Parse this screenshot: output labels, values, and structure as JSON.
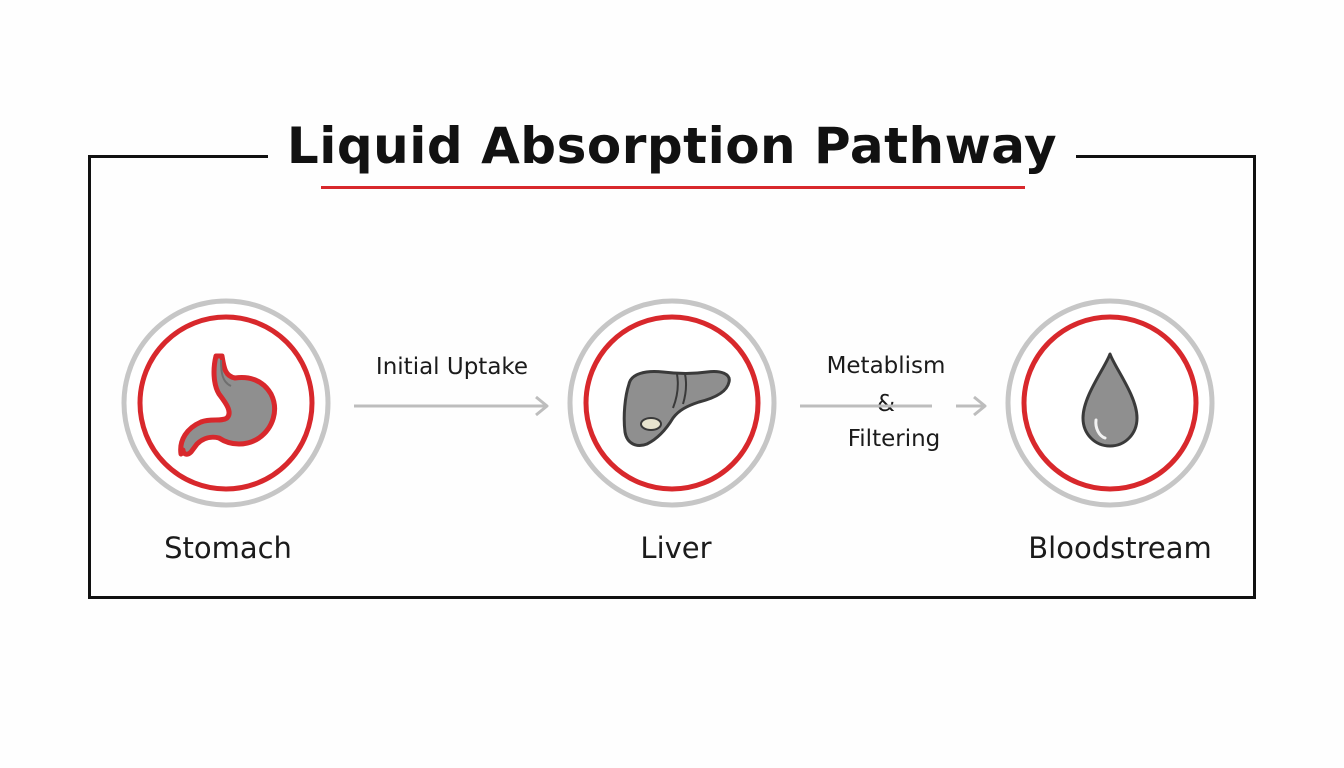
{
  "diagram": {
    "title": "Liquid Absorption Pathway",
    "colors": {
      "frame": "#111111",
      "accent_red": "#d8282c",
      "ring_gray": "#c6c6c6",
      "icon_gray": "#8f8f8f",
      "arrow_gray": "#bdbdbd"
    },
    "nodes": [
      {
        "id": "stomach",
        "label": "Stomach",
        "icon": "stomach-icon"
      },
      {
        "id": "liver",
        "label": "Liver",
        "icon": "liver-icon"
      },
      {
        "id": "bloodstream",
        "label": "Bloodstream",
        "icon": "blood-drop-icon"
      }
    ],
    "edges": [
      {
        "from": "stomach",
        "to": "liver",
        "label": "Initial Uptake"
      },
      {
        "from": "liver",
        "to": "bloodstream",
        "label_line1": "Metablism",
        "label_line2": "&",
        "label_line3": "Filtering"
      }
    ]
  }
}
